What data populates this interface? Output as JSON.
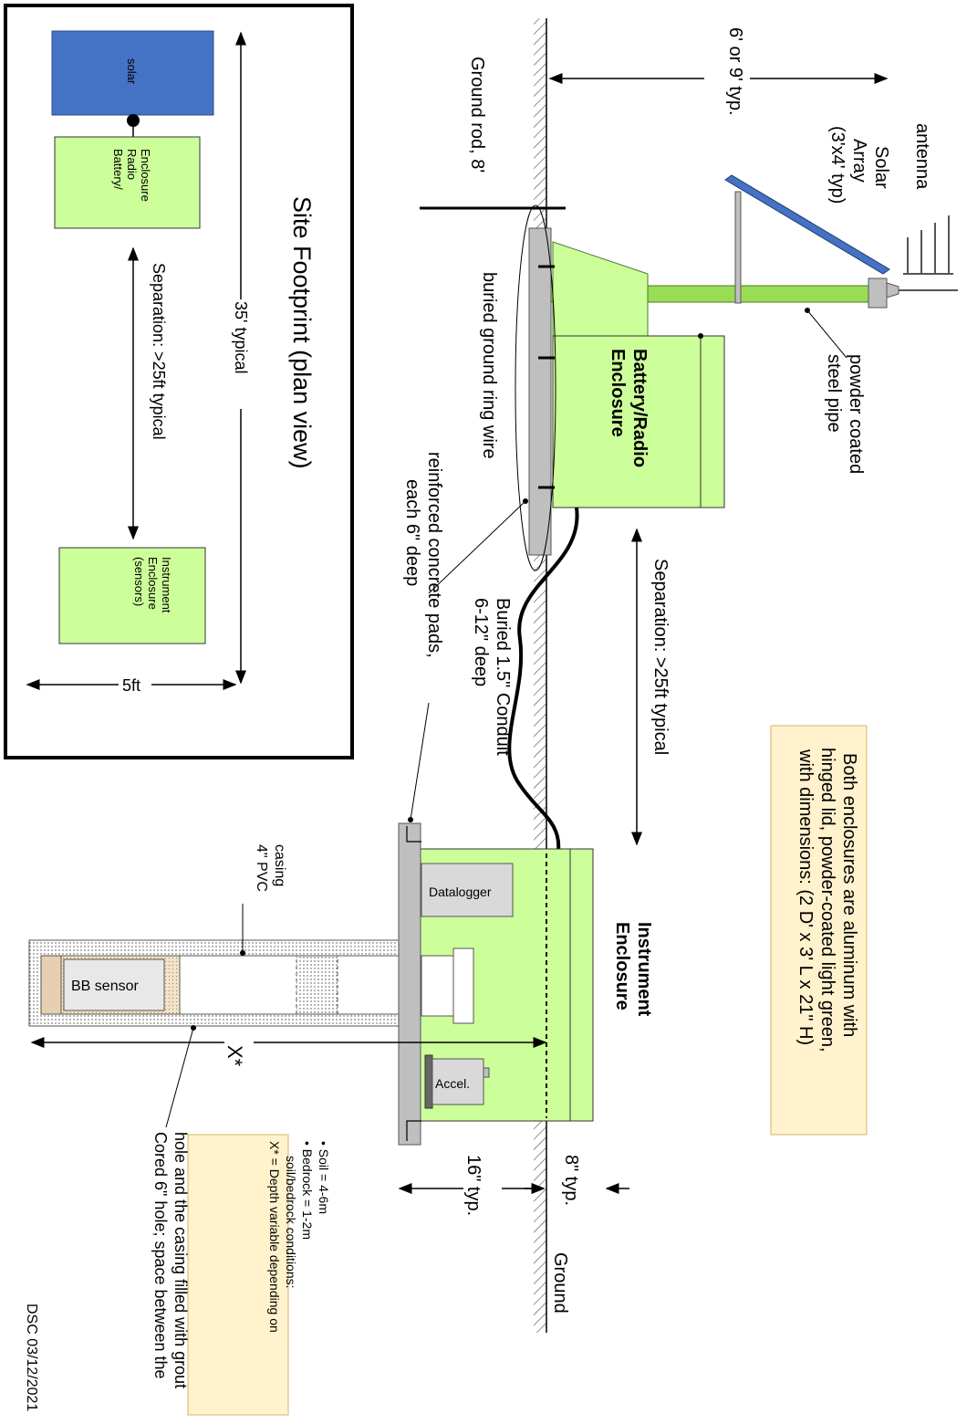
{
  "colors": {
    "enclosure_fill": "#ccff99",
    "solar_fill": "#4472c4",
    "pole_fill": "#99dd55",
    "pad_fill": "#bfbfbf",
    "note_fill": "#fff2cc",
    "note_border": "#d9b36b"
  },
  "plan_view": {
    "title": "Site Footprint (plan view)",
    "solar_label": "solar",
    "battery_label": [
      "Battery/",
      "Radio",
      "Enclosure"
    ],
    "instrument_label": [
      "Instrument",
      "Enclosure",
      "(sensors)"
    ],
    "separation": "Separation: >25ft typical",
    "length": "35' typical",
    "width": "5ft"
  },
  "elevation": {
    "antenna": "antenna",
    "solar_array": [
      "Solar",
      "Array",
      "(3'x4' typ)"
    ],
    "pole_height": "6' or 9' typ.",
    "pipe": [
      "powder coated",
      "steel pipe"
    ],
    "ground_rod": "Ground rod, 8'",
    "ground_ring": "buried ground ring wire",
    "battery_enclosure": [
      "Battery/Radio",
      "Enclosure"
    ],
    "pads": [
      "reinforced concrete pads,",
      "each 6\" deep"
    ],
    "separation": "Separation: >25ft typical",
    "conduit": [
      "Buried 1.5\" Conduit",
      "6-12\" deep"
    ],
    "instrument_enclosure": [
      "Instrument",
      "Enclosure"
    ],
    "datalogger": "Datalogger",
    "accel": "Accel.",
    "bb_sensor": "BB sensor",
    "pvc": [
      "4\" PVC",
      "casing"
    ],
    "depth": "X*",
    "hole": [
      "Cored 6\" hole; space between the",
      "hole and the casing filled with grout"
    ],
    "pad_depth": "16\" typ.",
    "enc_height": "8\" typ.",
    "ground": "Ground",
    "credit": "DSC 03/12/2021"
  },
  "notes": {
    "enclosure_note": [
      "Both enclosures are aluminum with",
      "hinged lid, powder-coated light green,",
      "with dimensions: (2 D' x 3' L x 21\" H)"
    ],
    "depth_note": [
      "X* = Depth variable depending on",
      "soil/bedrock conditions:",
      "•  Bedrock = 1-2m",
      "•  Soil = 4-6m"
    ]
  }
}
